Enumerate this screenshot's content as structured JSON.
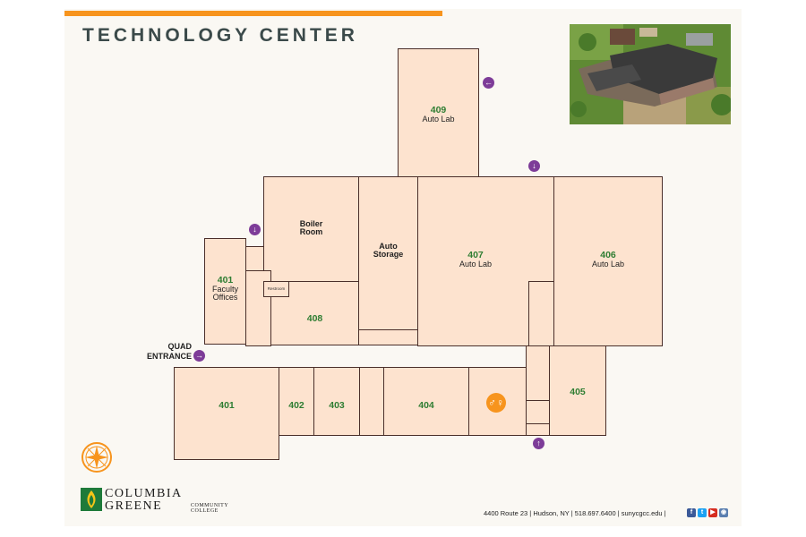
{
  "title": "TECHNOLOGY CENTER",
  "entrance": {
    "line1": "QUAD",
    "line2": "ENTRANCE"
  },
  "rooms": {
    "r409": {
      "number": "409",
      "name": "Auto Lab"
    },
    "boiler": {
      "name1": "Boiler",
      "name2": "Room"
    },
    "auto_storage": {
      "name1": "Auto",
      "name2": "Storage"
    },
    "r407": {
      "number": "407",
      "name": "Auto Lab"
    },
    "r406": {
      "number": "406",
      "name": "Auto Lab"
    },
    "r401_faculty": {
      "number": "401",
      "name1": "Faculty",
      "name2": "Offices"
    },
    "restroom": {
      "name": "Restroom"
    },
    "r408": {
      "number": "408"
    },
    "r401": {
      "number": "401"
    },
    "r402": {
      "number": "402"
    },
    "r403": {
      "number": "403"
    },
    "r404": {
      "number": "404"
    },
    "r405": {
      "number": "405"
    }
  },
  "icons": {
    "arrow_left": "←",
    "arrow_down": "↓",
    "arrow_right": "→",
    "arrow_up": "↑",
    "restroom": "restroom-icon",
    "compass": "compass-icon"
  },
  "logo": {
    "line1": "COLUMBIA",
    "line2": "GREENE",
    "line3": "COMMUNITY COLLEGE"
  },
  "footer": {
    "text": "4400 Route 23  |  Hudson, NY  |  518.697.6400  |  sunycgcc.edu  |"
  },
  "social": {
    "facebook": "f",
    "twitter": "t",
    "youtube": "▶",
    "flickr": "◉"
  },
  "colors": {
    "accent": "#f7941d",
    "room_fill": "#fde3cf",
    "wall": "#4a2f2a",
    "room_number": "#2e7d32",
    "arrow": "#7d3c98"
  }
}
